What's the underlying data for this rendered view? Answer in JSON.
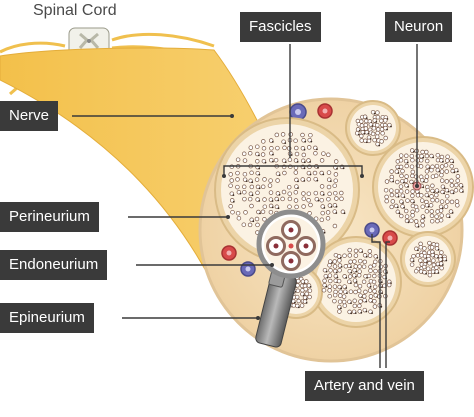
{
  "diagram": {
    "title": "Spinal Cord",
    "labels": {
      "fascicles": "Fascicles",
      "neuron": "Neuron",
      "nerve": "Nerve",
      "perineurium": "Perineurium",
      "endoneurium": "Endoneurium",
      "epineurium": "Epineurium",
      "artery_and_vein": "Artery and vein"
    }
  },
  "colors": {
    "label_background": "#3a3a3a",
    "label_text": "#ffffff",
    "nerve": "#f5c758",
    "epineurium": "#f6dfba",
    "fascicle_fill": "#ffffff",
    "perineurium": "#ecd4a8",
    "artery": "#d84a4a",
    "vein": "#6a6ab8"
  }
}
